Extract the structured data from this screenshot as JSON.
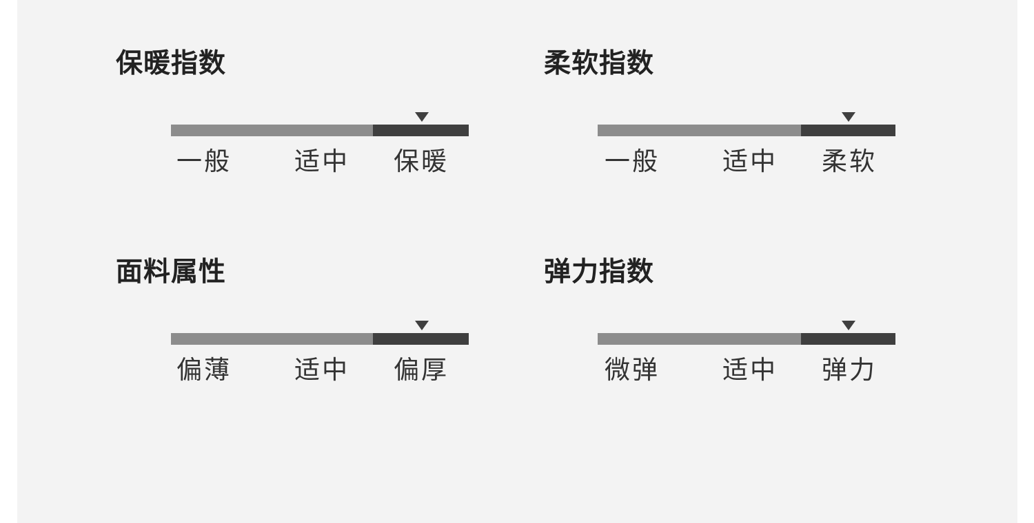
{
  "colors": {
    "page_background": "#ffffff",
    "panel_background": "#f3f3f3",
    "bar_light": "#8c8c8c",
    "bar_dark": "#3f3f3f",
    "marker": "#3f3f3f",
    "heading_text": "#222222",
    "label_text": "#333333"
  },
  "ratings": [
    {
      "title": "保暖指数",
      "labels": [
        "一般",
        "适中",
        "保暖"
      ],
      "selected_index": 2,
      "selected_label": "保暖",
      "marker_icon": "triangle-down-icon"
    },
    {
      "title": "柔软指数",
      "labels": [
        "一般",
        "适中",
        "柔软"
      ],
      "selected_index": 2,
      "selected_label": "柔软",
      "marker_icon": "triangle-down-icon"
    },
    {
      "title": "面料属性",
      "labels": [
        "偏薄",
        "适中",
        "偏厚"
      ],
      "selected_index": 2,
      "selected_label": "偏厚",
      "marker_icon": "triangle-down-icon"
    },
    {
      "title": "弹力指数",
      "labels": [
        "微弹",
        "适中",
        "弹力"
      ],
      "selected_index": 2,
      "selected_label": "弹力",
      "marker_icon": "triangle-down-icon"
    }
  ]
}
